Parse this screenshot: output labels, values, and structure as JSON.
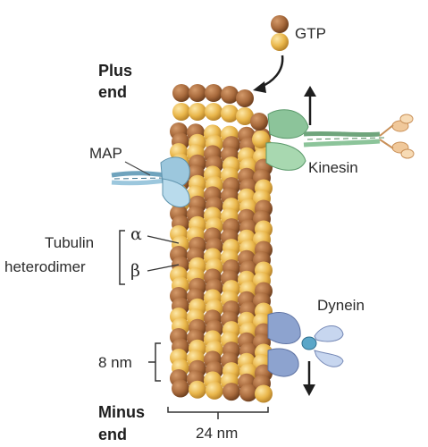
{
  "labels": {
    "gtp": "GTP",
    "plus_end_1": "Plus",
    "plus_end_2": "end",
    "map": "MAP",
    "kinesin": "Kinesin",
    "tubulin_1": "Tubulin",
    "tubulin_2": "heterodimer",
    "alpha": "α",
    "beta": "β",
    "dynein": "Dynein",
    "eight_nm": "8 nm",
    "minus_end_1": "Minus",
    "minus_end_2": "end",
    "width_nm": "24 nm"
  },
  "colors": {
    "alpha_tubulin": "#e9b64a",
    "beta_tubulin": "#a86a3c",
    "kinesin": "#8cc49a",
    "map_protein": "#9cc7dd",
    "dynein": "#8da3cf",
    "dynein_center": "#5aa6c8",
    "cargo": "#f0c89a"
  }
}
